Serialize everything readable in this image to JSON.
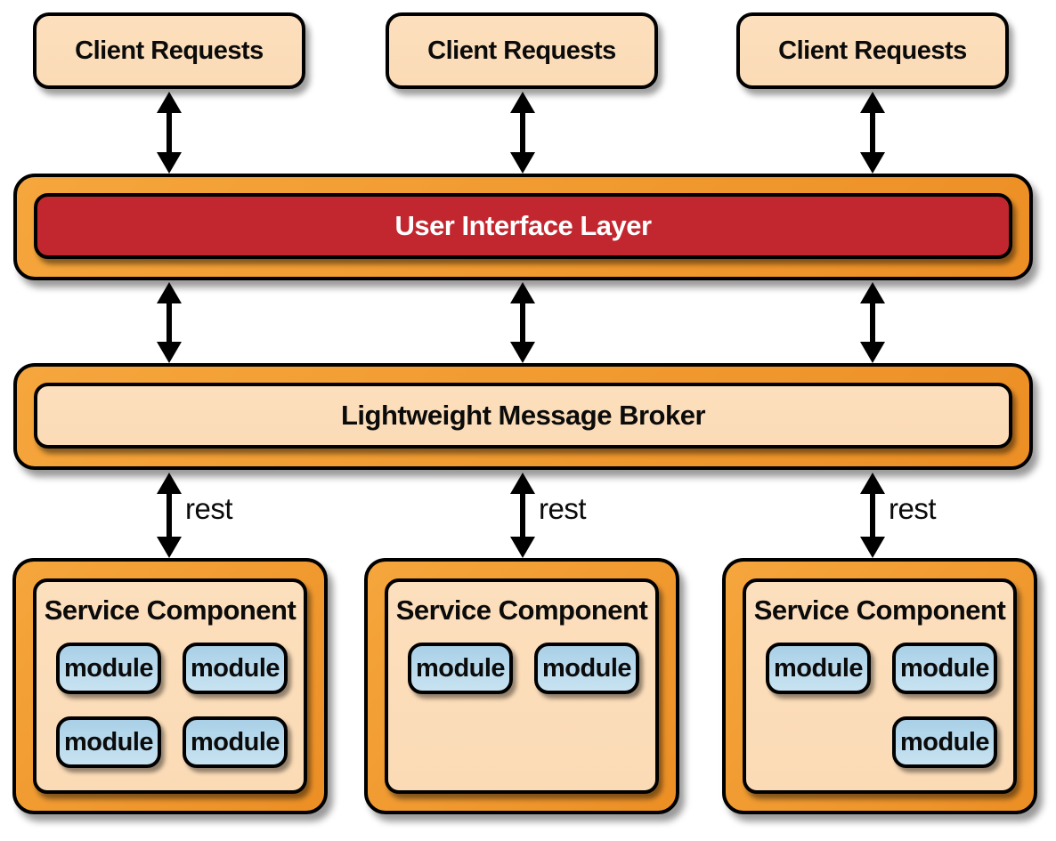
{
  "clients": [
    {
      "label": "Client Requests"
    },
    {
      "label": "Client Requests"
    },
    {
      "label": "Client Requests"
    }
  ],
  "ui_layer": {
    "label": "User Interface Layer"
  },
  "message_broker": {
    "label": "Lightweight Message Broker"
  },
  "rest_connections": [
    {
      "label": "rest"
    },
    {
      "label": "rest"
    },
    {
      "label": "rest"
    }
  ],
  "service_components": [
    {
      "title": "Service Component",
      "modules": [
        "module",
        "module",
        "module",
        "module"
      ]
    },
    {
      "title": "Service Component",
      "modules": [
        "module",
        "module"
      ]
    },
    {
      "title": "Service Component",
      "modules": [
        "module",
        "module",
        "module"
      ]
    }
  ],
  "colors": {
    "container_orange": "#F19A2F",
    "panel_peach": "#FBDBB6",
    "ui_red": "#C2272F",
    "module_blue_top": "#A9D0E7",
    "module_blue_bottom": "#C8E3F1",
    "outline_black": "#000000",
    "background": "#FFFFFF"
  }
}
